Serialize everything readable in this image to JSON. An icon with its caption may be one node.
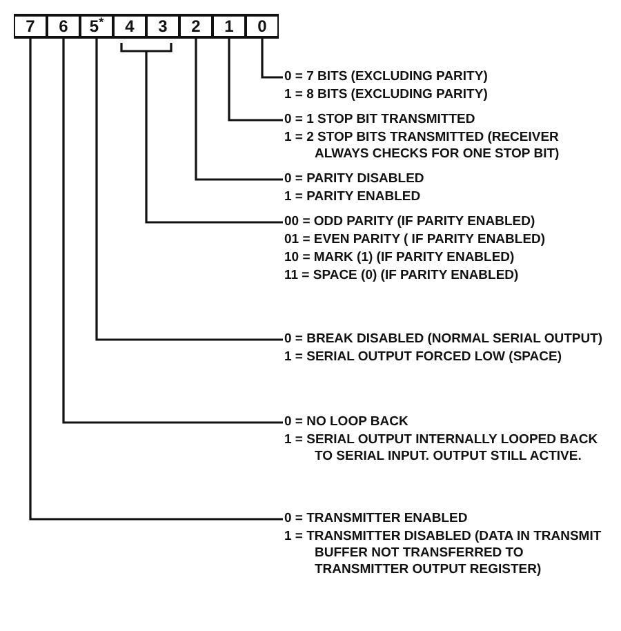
{
  "diagram": {
    "nodes": [
      {
        "text": [
          "7"
        ]
      },
      {
        "text": [
          "6"
        ]
      },
      {
        "text": [
          "5$^{*}$"
        ]
      },
      {
        "text": [
          "4"
        ]
      },
      {
        "text": [
          "3"
        ]
      },
      {
        "text": [
          "2"
        ]
      },
      {
        "text": [
          "1"
        ]
      },
      {
        "text": [
          "0"
        ]
      },
      {
        "text": [
          "0 = 7 BITS (EXCLUDING PARITY)",
          "1 = 8 BITS (EXCLUDING PARITY)"
        ]
      },
      {
        "text": [
          "0 = 1 STOP BIT TRANSMITTED",
          "1 = 2 STOP BITS TRANSMITTED (RECEIVER ALWAYS CHECKS FOR ONE STOP BIT)"
        ]
      },
      {
        "text": [
          "0 = PARITY DISABLED",
          "1 = PARITY ENABLED"
        ]
      },
      {
        "text": [
          "00 = ODD PARITY (IF PARITY ENABLED)",
          "01 = EVEN PARITY ( IF PARITY ENABLED)",
          "10 = MARK (1) (IF PARITY ENABLED)",
          "11 = SPACE (0) (IF PARITY ENABLED)"
        ]
      },
      {
        "text": [
          "0 = BREAK DISABLED (NORMAL SERIAL OUTPUT)",
          "1 = SERIAL OUTPUT FORCED LOW (SPACE)"
        ]
      },
      {
        "text": [
          "0 = NO LOOP BACK",
          "1 = SERIAL OUTPUT INTERNALLY LOOPED BACK TO SERIAL INPUT. OUTPUT STILL ACTIVE."
        ]
      },
      {
        "text": [
          "0 = TRANSMITTER ENABLED",
          "1 = TRANSMITTER DISABLED (DATA IN TRANSMIT BUFFER NOT TRANSFERRED TO TRANSMITTER OUTPUT REGISTER)"
        ]
      }
    ],
    "edges": [
      {
        "from": 7,
        "to": 8,
        "arrow": "none"
      },
      {
        "from": 6,
        "to": 9,
        "arrow": "none"
      },
      {
        "from": 5,
        "to": 10,
        "arrow": "none"
      },
      {
        "from": 3,
        "to": 11,
        "arrow": "none"
      },
      {
        "from": 4,
        "to": 11,
        "arrow": "none"
      },
      {
        "from": 2,
        "to": 12,
        "arrow": "none"
      },
      {
        "from": 1,
        "to": 13,
        "arrow": "none"
      },
      {
        "from": 0,
        "to": 14,
        "arrow": "none"
      }
    ]
  }
}
